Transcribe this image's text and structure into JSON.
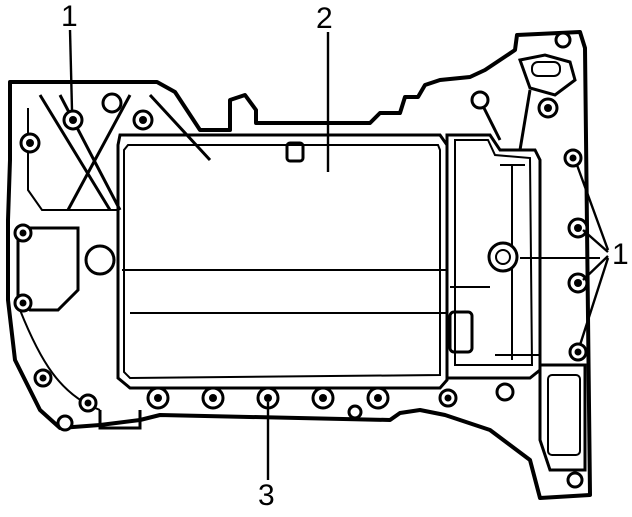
{
  "labels": {
    "bolts_top_left": "1",
    "oil_pan": "2",
    "bolts_bottom": "3",
    "bolts_right": "1"
  }
}
